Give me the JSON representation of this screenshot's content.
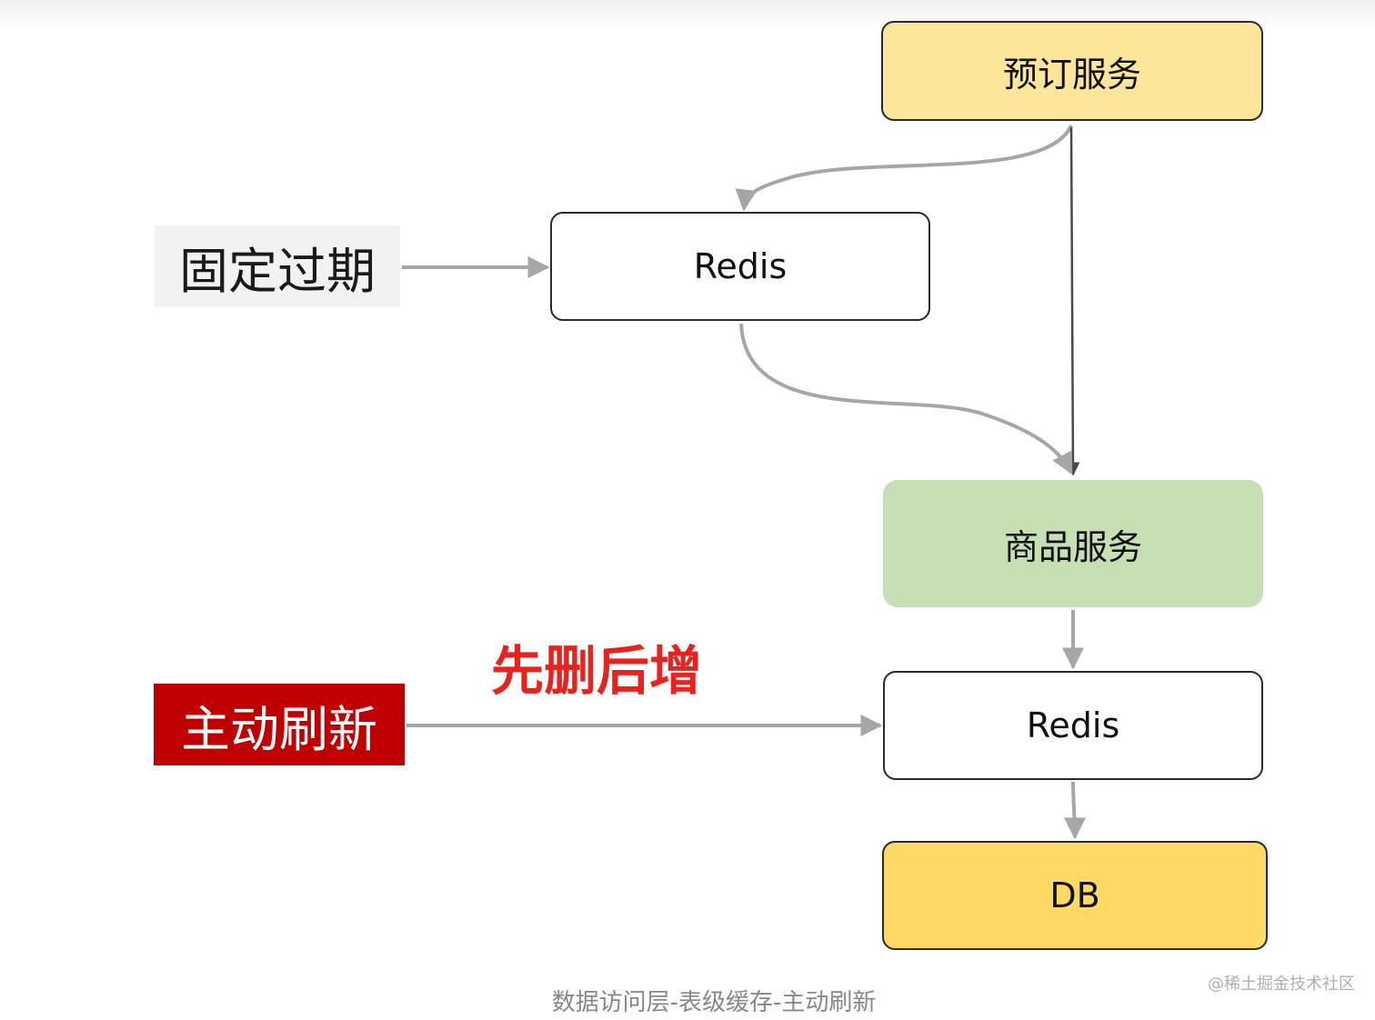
{
  "colors": {
    "booking_fill": "#fde59a",
    "product_fill": "#c6e0b4",
    "db_fill": "#fed966",
    "fixed_label_bg": "#f2f2f2",
    "active_label_bg": "#c00000",
    "strategy_text": "#e8231e",
    "arrow": "#a6a6a6",
    "arrow_dark": "#4a4a4a"
  },
  "nodes": {
    "booking_service": "预订服务",
    "redis_top": "Redis",
    "product_service": "商品服务",
    "redis_bottom": "Redis",
    "db": "DB"
  },
  "labels": {
    "fixed_expiry": "固定过期",
    "active_refresh": "主动刷新",
    "strategy": "先删后增"
  },
  "caption": "数据访问层-表级缓存-主动刷新",
  "watermark": "@稀土掘金技术社区"
}
